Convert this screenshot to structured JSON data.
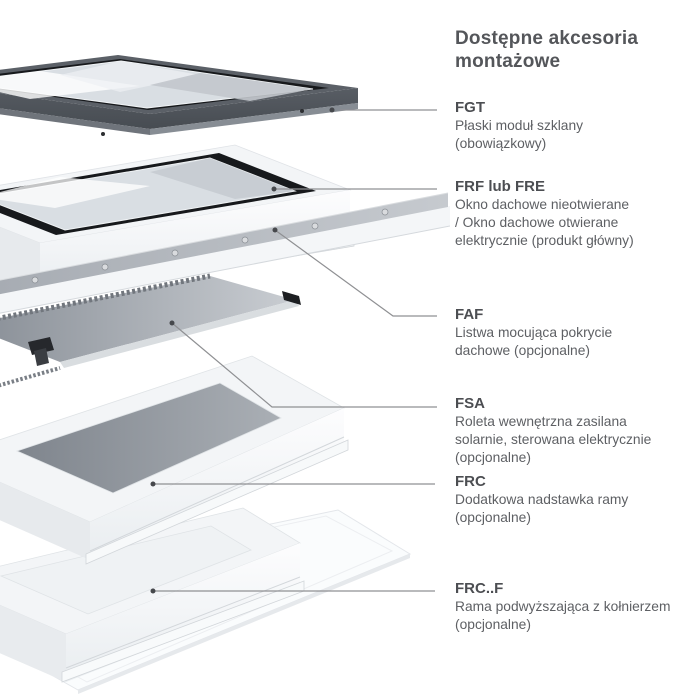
{
  "title": "Dostępne akcesoria\nmontażowe",
  "accessories": {
    "items": [
      {
        "code": "FGT",
        "description": "Płaski moduł szklany\n(obowiązkowy)"
      },
      {
        "code": "FRF lub FRE",
        "description": "Okno dachowe nieotwierane\n/ Okno dachowe otwierane\nelektrycznie (produkt główny)"
      },
      {
        "code": "FAF",
        "description": "Listwa mocująca pokrycie\ndachowe (opcjonalne)"
      },
      {
        "code": "FSA",
        "description": "Roleta wewnętrzna zasilana\nsolarnie, sterowana elektrycznie\n(opcjonalne)"
      },
      {
        "code": "FRC",
        "description": "Dodatkowa nadstawka ramy\n(opcjonalne)"
      },
      {
        "code": "FRC..F",
        "description": "Rama podwyższająca z kołnierzem\n(opcjonalne)"
      }
    ]
  },
  "diagram": {
    "layers": [
      "fgt-glass-module",
      "frf-fre-roof-window",
      "faf-mounting-strip",
      "fsa-roller-blind",
      "frc-frame-extension",
      "frcf-raising-frame-with-flashing"
    ]
  },
  "colors": {
    "background": "#ffffff",
    "title_text": "#54565a",
    "heading_text": "#4c4e52",
    "body_text": "#5e6064",
    "leader_line": "#8f9093",
    "leader_dot": "#46484c",
    "fgt_frame_dark": "#5b6067",
    "white_frame": "#f3f5f7",
    "glass": "#d9dee3",
    "seal_black": "#17191c",
    "faf_strip_gray": "#b0b5bb",
    "fsa_blind_gray": "#9298a0",
    "opening_shadow_gray": "#8b9199"
  }
}
